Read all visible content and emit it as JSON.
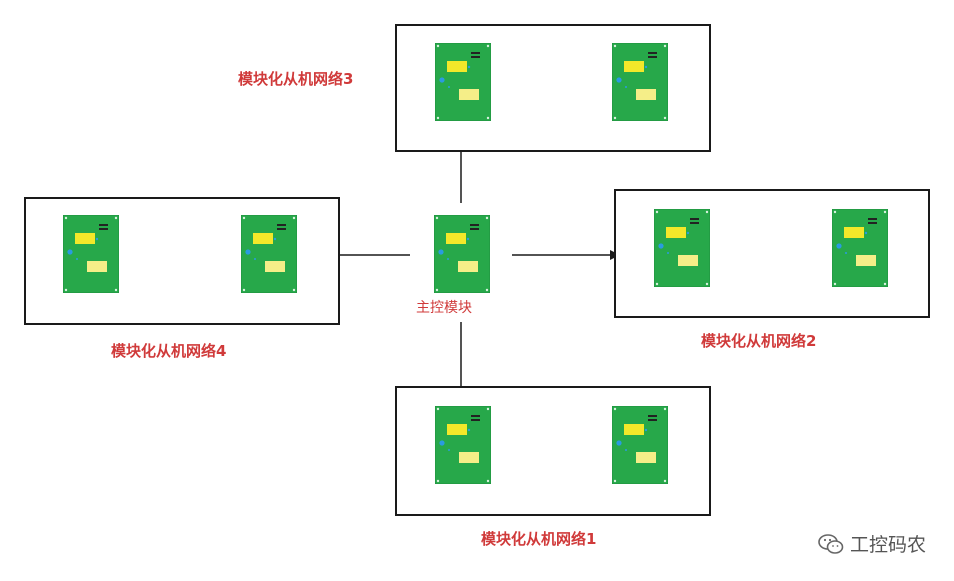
{
  "master": {
    "label": "主控模块"
  },
  "networks": [
    {
      "id": "net1",
      "label": "模块化从机网络1"
    },
    {
      "id": "net2",
      "label": "模块化从机网络2"
    },
    {
      "id": "net3",
      "label": "模块化从机网络3"
    },
    {
      "id": "net4",
      "label": "模块化从机网络4"
    }
  ],
  "watermark": {
    "text": "工控码农",
    "icon": "wechat-icon"
  },
  "colors": {
    "board": "#27a84a",
    "board_edge": "#1f8f3d",
    "chip_yellow": "#f3e82a",
    "chip_light": "#f5ee88",
    "dot_blue": "#2a9be0",
    "label_red": "#d03a3a"
  }
}
